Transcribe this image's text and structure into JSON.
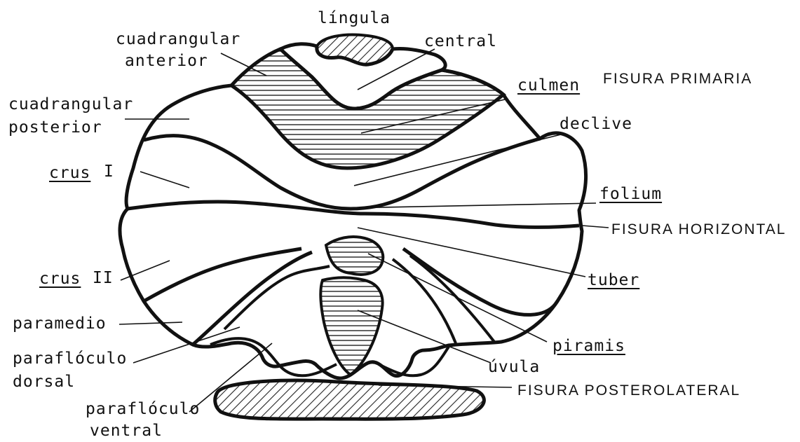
{
  "figure": {
    "labels": {
      "lingula": "língula",
      "central": "central",
      "cuadrangular_anterior_1": "cuadrangular",
      "cuadrangular_anterior_2": "anterior",
      "culmen": "culmen",
      "fisura_primaria": "FISURA PRIMARIA",
      "cuadrangular_posterior_1": "cuadrangular",
      "cuadrangular_posterior_2": "posterior",
      "declive": "declive",
      "crus_1_word": "crus",
      "crus_1_num": "I",
      "folium": "folium",
      "fisura_horizontal": "FISURA HORIZONTAL",
      "crus_2_word": "crus",
      "crus_2_num": "II",
      "tuber": "tuber",
      "paramedio": "paramedio",
      "piramis": "piramis",
      "paraflocculo_dorsal_1": "paraflóculo",
      "paraflocculo_dorsal_2": "dorsal",
      "uvula": "úvula",
      "fisura_posterolateral": "FISURA POSTEROLATERAL",
      "paraflocculo_ventral_1": "paraflóculo",
      "paraflocculo_ventral_2": "ventral"
    }
  }
}
